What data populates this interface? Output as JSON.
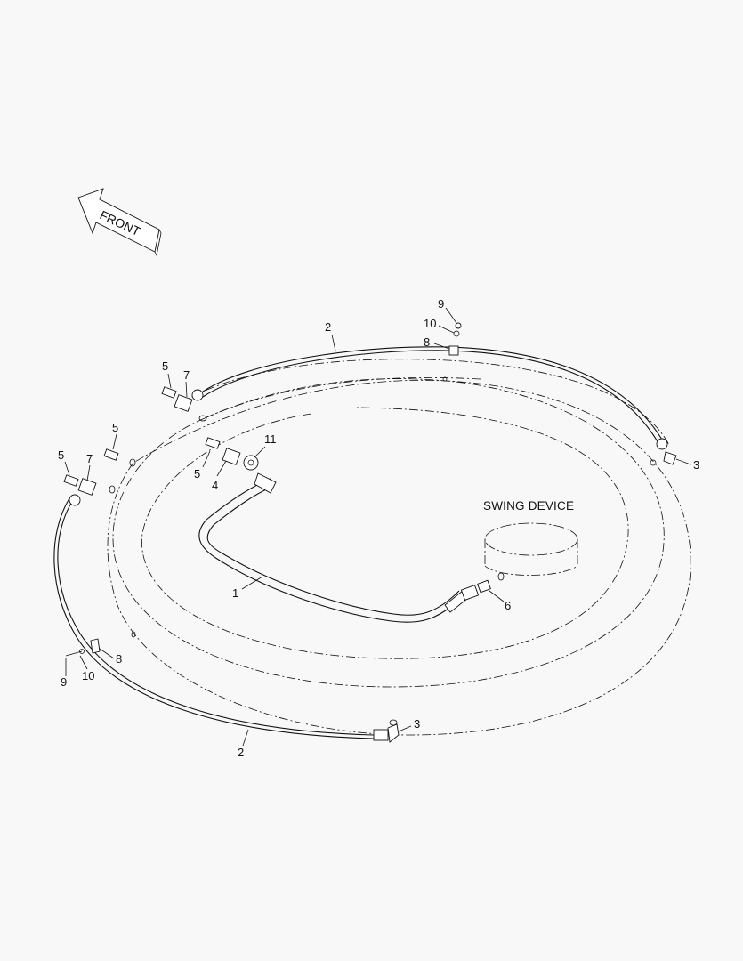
{
  "diagram": {
    "front_label": "FRONT",
    "title_label": "SWING DEVICE",
    "callouts": {
      "hose_1": "1",
      "pipe_2_top": "2",
      "pipe_2_bottom": "2",
      "elbow_3_right": "3",
      "elbow_3_bottom": "3",
      "nipple_4": "4",
      "fitting_5_a": "5",
      "fitting_5_b": "5",
      "fitting_5_c": "5",
      "fitting_5_d": "5",
      "adapter_6": "6",
      "tee_7_a": "7",
      "tee_7_b": "7",
      "clamp_8_top": "8",
      "clamp_8_left": "8",
      "bolt_9_top": "9",
      "bolt_9_left": "9",
      "washer_10_top": "10",
      "washer_10_left": "10",
      "nut_11": "11"
    }
  }
}
